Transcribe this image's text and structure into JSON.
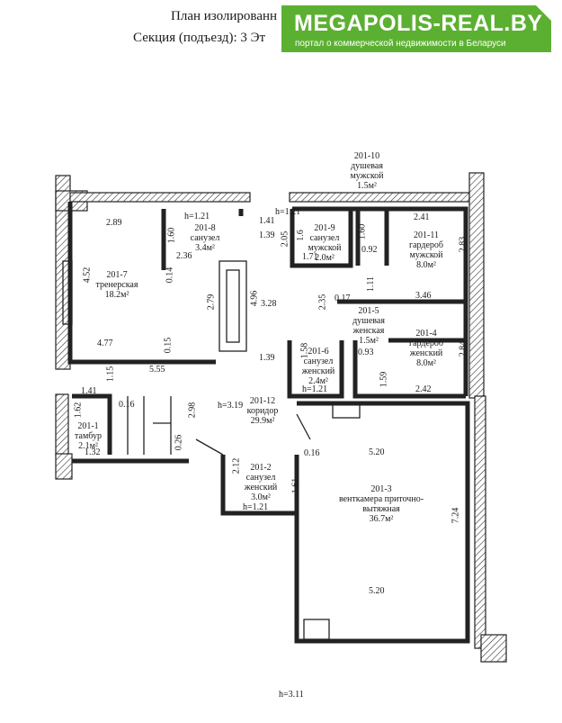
{
  "header": {
    "title": "План изолированн",
    "section": "Секция (подъезд): 3     Эт"
  },
  "banner": {
    "brand": "MEGAPOLIS-REAL.BY",
    "subtitle": "портал о коммерческой недвижимости в Беларуси",
    "color": "#5cb031"
  },
  "rooms": {
    "r201_1": {
      "num": "201-1",
      "name": "тамбур",
      "area": "2.1м²"
    },
    "r201_2": {
      "num": "201-2",
      "name": "санузел женский",
      "area": "3.0м²"
    },
    "r201_3": {
      "num": "201-3",
      "name": "венткамера приточно-вытяжная",
      "area": "36.7м²"
    },
    "r201_4": {
      "num": "201-4",
      "name": "гардероб женский",
      "area": "8.0м²"
    },
    "r201_5": {
      "num": "201-5",
      "name": "душевая женская",
      "area": "1.5м²"
    },
    "r201_6": {
      "num": "201-6",
      "name": "санузел женский",
      "area": "2.4м²"
    },
    "r201_7": {
      "num": "201-7",
      "name": "тренерская",
      "area": "18.2м²"
    },
    "r201_8": {
      "num": "201-8",
      "name": "санузел",
      "area": "3.4м²"
    },
    "r201_9": {
      "num": "201-9",
      "name": "санузел мужской",
      "area": "2.0м²"
    },
    "r201_10": {
      "num": "201-10",
      "name": "душевая мужской",
      "area": "1.5м²"
    },
    "r201_11": {
      "num": "201-11",
      "name": "гардероб мужской",
      "area": "8.0м²"
    },
    "r201_12": {
      "num": "201-12",
      "name": "коридор",
      "area": "29.9м²"
    }
  },
  "dimensions": {
    "d_289": "2.89",
    "d_452": "4.52",
    "d_477": "4.77",
    "d_555": "5.55",
    "d_115": "1.15",
    "d_141": "1.41",
    "d_162": "1.62",
    "d_016a": "0.16",
    "d_132": "1.32",
    "d_298": "2.98",
    "d_026": "0.26",
    "d_h121a": "h=1.21",
    "d_160a": "1.60",
    "d_236": "2.36",
    "d_014": "0.14",
    "d_279": "2.79",
    "d_015": "0.15",
    "d_496": "4.96",
    "d_h121b": "h=1.21",
    "d_141b": "1.41",
    "d_139a": "1.39",
    "d_205": "2.05",
    "d_16": "1.6",
    "d_171": "1.71",
    "d_160b": "1.60",
    "d_092": "0.92",
    "d_241": "2.41",
    "d_283": "2.83",
    "d_328": "3.28",
    "d_235": "2.35",
    "d_017": "0.17",
    "d_111": "1.11",
    "d_346": "3.46",
    "d_158": "1.58",
    "d_093": "0.93",
    "d_159": "1.59",
    "d_284": "2.84",
    "d_139b": "1.39",
    "d_h121c": "h=1.21",
    "d_242": "2.42",
    "d_h319": "h=3.19",
    "d_212": "2.12",
    "d_161": "1.61",
    "d_h121d": "h=1.21",
    "d_016b": "0.16",
    "d_520a": "5.20",
    "d_724": "7.24",
    "d_520b": "5.20",
    "d_h311": "h=3.11"
  }
}
